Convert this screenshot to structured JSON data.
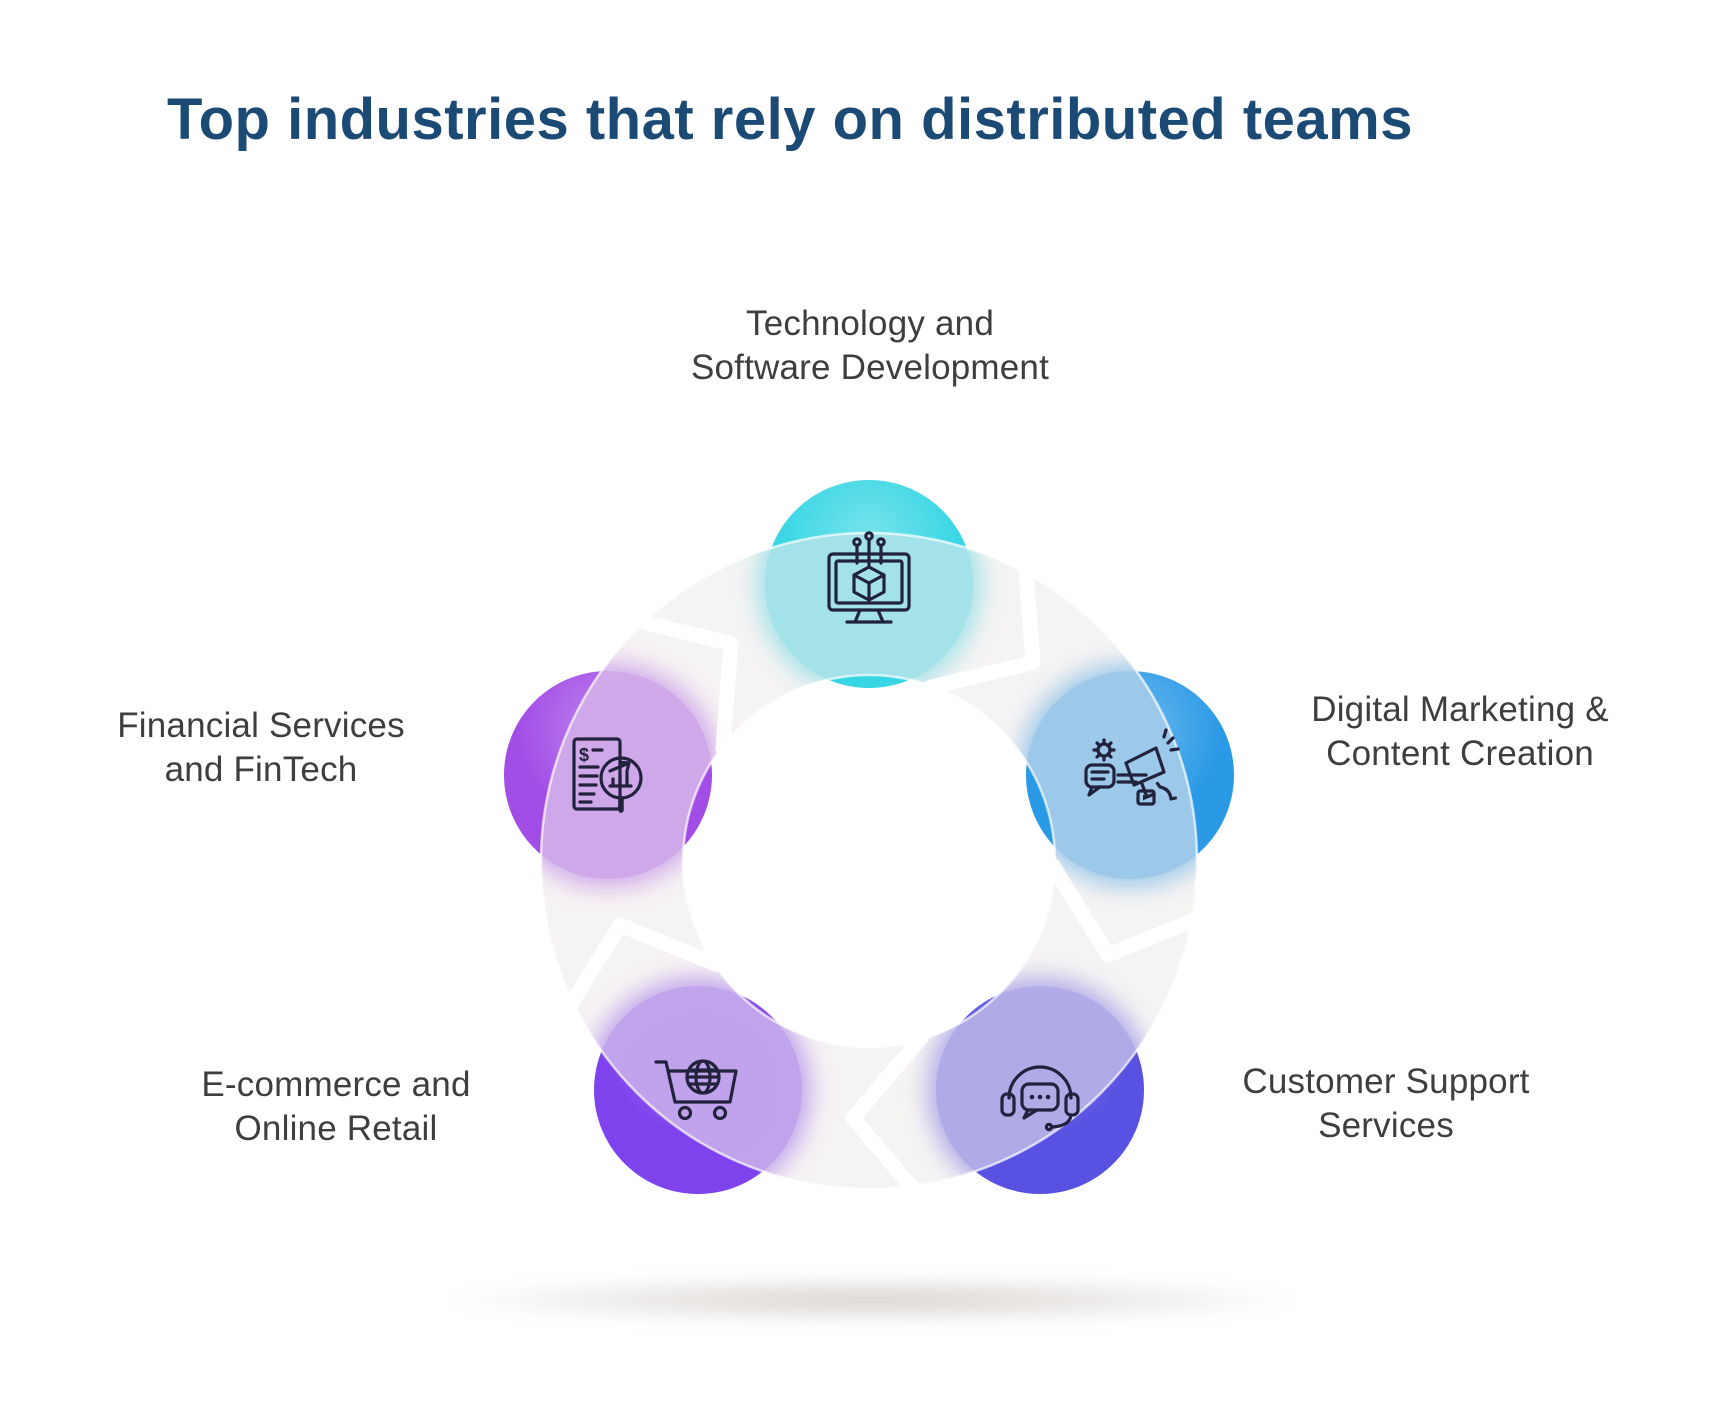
{
  "title": {
    "text": "Top industries that rely on distributed teams",
    "color": "#1b4a74"
  },
  "diagram": {
    "type": "circular-cycle",
    "flow_direction": "clockwise",
    "segments": 5,
    "ring_color": "#f1eeec",
    "arrow_color": "#ffffff",
    "icon_stroke_color": "#22223d",
    "label_color": "#3e3e40"
  },
  "industries": [
    {
      "id": "technology",
      "position": "top",
      "label_line1": "Technology and",
      "label_line2": "Software Development",
      "color": "#38d6e4",
      "icon": "monitor-cube-icon"
    },
    {
      "id": "digital-marketing",
      "position": "right",
      "label_line1": "Digital Marketing &",
      "label_line2": "Content Creation",
      "color": "#2b9ae6",
      "icon": "megaphone-icon"
    },
    {
      "id": "customer-support",
      "position": "bottom-right",
      "label_line1": "Customer Support",
      "label_line2": "Services",
      "color": "#5851e2",
      "icon": "headset-icon"
    },
    {
      "id": "ecommerce",
      "position": "bottom-left",
      "label_line1": "E-commerce and",
      "label_line2": "Online Retail",
      "color": "#7f43ee",
      "icon": "cart-globe-icon"
    },
    {
      "id": "financial",
      "position": "left",
      "label_line1": "Financial Services",
      "label_line2": "and FinTech",
      "color": "#a24de6",
      "icon": "finance-doc-icon",
      "icon_glyph": "$"
    }
  ]
}
